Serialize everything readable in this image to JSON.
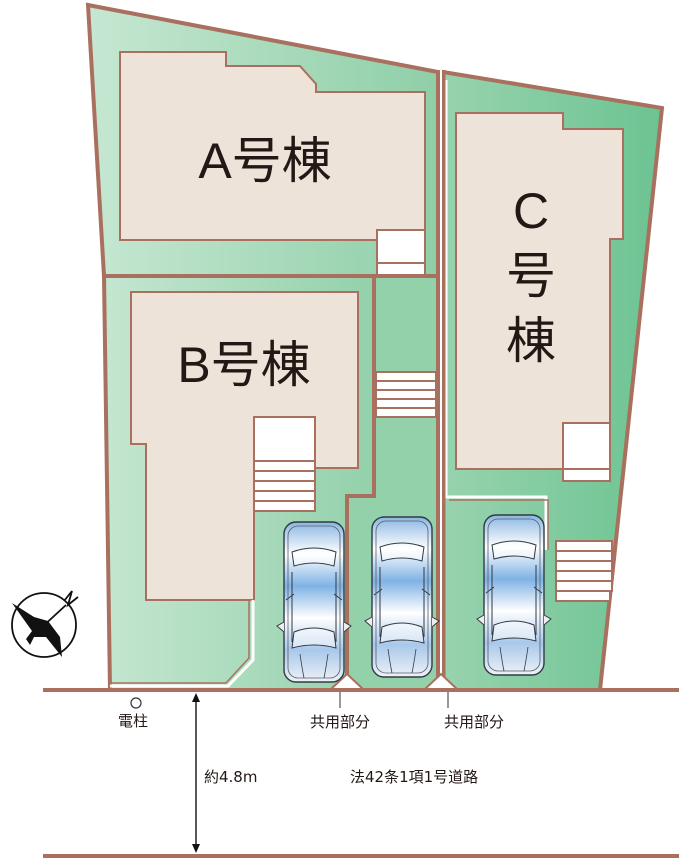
{
  "plan": {
    "buildings": [
      {
        "id": "A",
        "label": "A号棟"
      },
      {
        "id": "B",
        "label": "B号棟"
      },
      {
        "id": "C",
        "label_lines": [
          "C",
          "号",
          "棟"
        ]
      }
    ],
    "annotations": {
      "utility_pole": "電柱",
      "shared_area_1": "共用部分",
      "shared_area_2": "共用部分",
      "road_width": "約4.8m",
      "road_type": "法42条1項1号道路"
    },
    "compass": {
      "icon": "north-arrow-icon",
      "letter": "N"
    },
    "colors": {
      "lot_green_light": "#c4e6d0",
      "lot_green": "#92d0aa",
      "lot_green_dark": "#6fc494",
      "building_fill": "#ede3d8",
      "boundary": "#a9705f",
      "car_blue": "#8fbbe6",
      "text": "#231815"
    }
  }
}
